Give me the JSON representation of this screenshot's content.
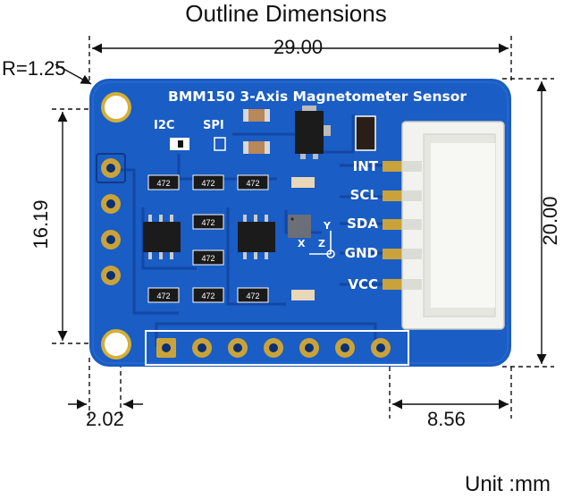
{
  "title": "Outline Dimensions",
  "unit_label": "Unit :mm",
  "dimensions": {
    "width": "29.00",
    "height": "20.00",
    "hole_spacing": "16.19",
    "corner_radius": "R=1.25",
    "hole_offset": "2.02",
    "connector_offset": "8.56"
  },
  "board": {
    "name": "BMM150 3-Axis Magnetometer Sensor",
    "i2c_label": "I2C",
    "spi_label": "SPI",
    "resistor_code": "472",
    "pins": [
      "INT",
      "SCL",
      "SDA",
      "GND",
      "VCC"
    ],
    "axis_labels": {
      "y": "Y",
      "x": "X",
      "z": "Z"
    },
    "colors": {
      "pcb": "#1a5dc4",
      "trace": "#1244a0",
      "gold": "#c9a33a",
      "connector": "#f2f2ee"
    }
  }
}
